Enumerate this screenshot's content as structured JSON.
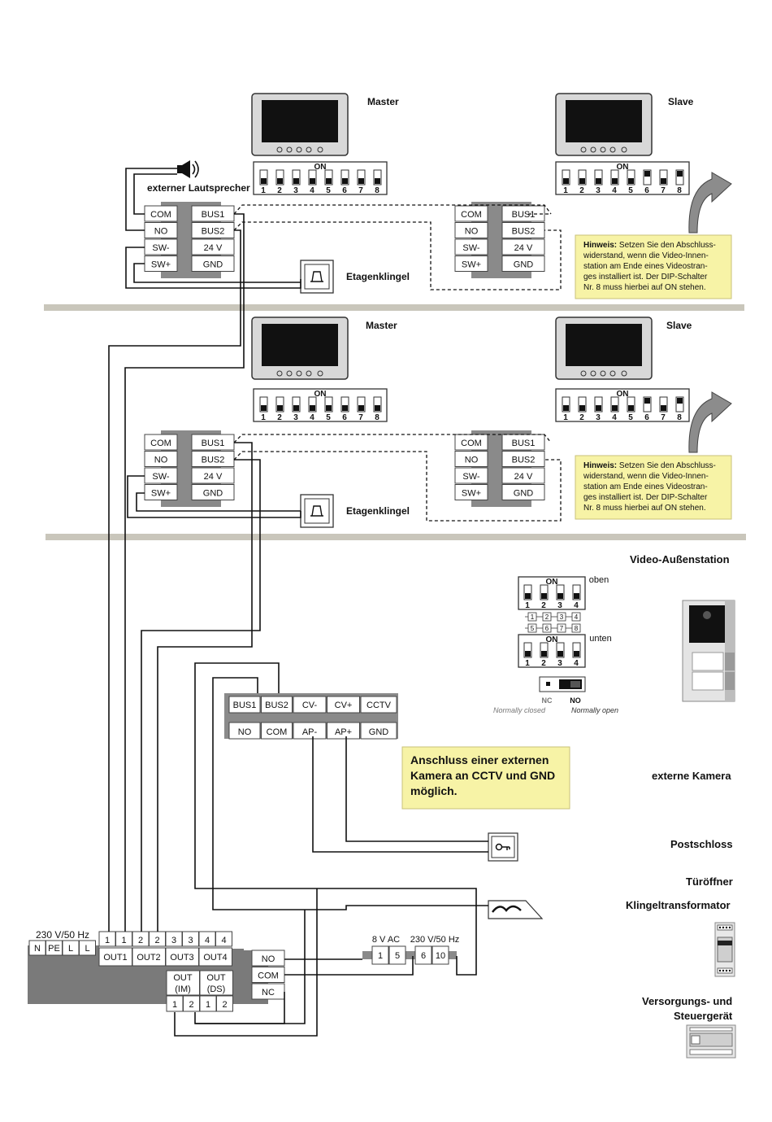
{
  "labels": {
    "master": "Master",
    "slave": "Slave",
    "speaker": "externer Lautsprecher",
    "floor_bell": "Etagenklingel",
    "outdoor_station": "Video-Außenstation",
    "external_camera": "externe Kamera",
    "mail_lock": "Postschloss",
    "door_opener": "Türöffner",
    "bell_transformer": "Klingeltransformator",
    "supply_unit": "Versorgungs- und\nSteuergerät",
    "dip_top": "oben",
    "dip_bottom": "unten"
  },
  "dip_switch": {
    "on_label": "ON",
    "numbers_8": [
      "1",
      "2",
      "3",
      "4",
      "5",
      "6",
      "7",
      "8"
    ],
    "numbers_4": [
      "1",
      "2",
      "3",
      "4"
    ],
    "sequence_top": [
      "1",
      "2",
      "3",
      "4"
    ],
    "sequence_bottom": [
      "5",
      "6",
      "7",
      "8"
    ],
    "nc_label": "NC",
    "no_label": "NO",
    "nc_caption": "Normally closed",
    "no_caption": "Normally open"
  },
  "indoor_terminals": {
    "left": [
      "COM",
      "NO",
      "SW-",
      "SW+"
    ],
    "right": [
      "BUS1",
      "BUS2",
      "24 V",
      "GND"
    ]
  },
  "hint": {
    "title": "Hinweis:",
    "lines": [
      " Setzen Sie den Abschluss-",
      "widerstand, wenn die Video-Innen-",
      "station am Ende eines Videostran-",
      "ges installiert ist. Der DIP-Schalter",
      "Nr. 8 muss hierbei auf ON stehen."
    ]
  },
  "outdoor_terminals": {
    "top": [
      "BUS1",
      "BUS2",
      "CV-",
      "CV+",
      "CCTV"
    ],
    "bottom": [
      "NO",
      "COM",
      "AP-",
      "AP+",
      "GND"
    ]
  },
  "camera_note": [
    "Anschluss einer externen",
    "Kamera an CCTV und GND",
    "möglich."
  ],
  "supply": {
    "mains_label": "230 V/50 Hz",
    "mains_terminals": [
      "N",
      "PE",
      "L",
      "L"
    ],
    "out_numbers": [
      "1",
      "1",
      "2",
      "2",
      "3",
      "3",
      "4",
      "4"
    ],
    "out_labels": [
      "OUT1",
      "OUT2",
      "OUT3",
      "OUT4"
    ],
    "relay": [
      "NO",
      "COM",
      "NC"
    ],
    "out_im": [
      "OUT",
      "(IM)"
    ],
    "out_ds": [
      "OUT",
      "(DS)"
    ],
    "im_ds_numbers": [
      "1",
      "2",
      "1",
      "2"
    ]
  },
  "transformer": {
    "ac_label": "8 V AC",
    "mains_label": "230 V/50 Hz",
    "terminals": [
      "1",
      "5",
      "6",
      "10"
    ]
  },
  "colors": {
    "hint_bg": "#f7f3a6",
    "hint_border": "#c9c27a",
    "separator": "#c9c6bb",
    "terminal_body": "#8a8a8a",
    "supply_body": "#7a7a7a",
    "arrow_fill": "#8c8c8c"
  }
}
